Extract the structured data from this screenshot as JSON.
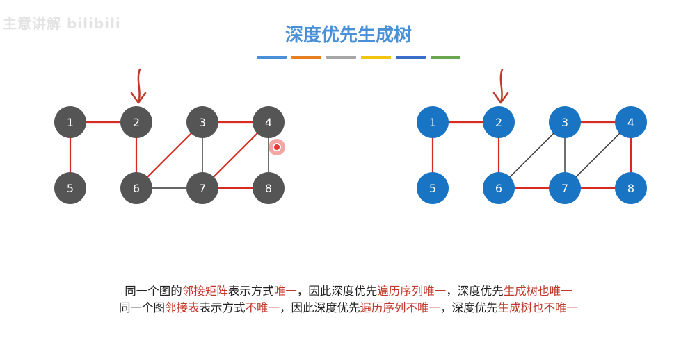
{
  "watermark": "主意讲解 bilibili",
  "title": "深度优先生成树",
  "color_bar": [
    "#4a90d9",
    "#e67e22",
    "#a6a6a6",
    "#f1c40f",
    "#3a6dc9",
    "#6aa84f"
  ],
  "colors": {
    "edge_tree": "#d62b22",
    "edge_other": "#333333",
    "node_gray": "#555555",
    "node_blue": "#1a74c4",
    "arrow": "#c0392b",
    "text_highlight": "#c0392b"
  },
  "left_graph": {
    "nodes": [
      {
        "id": "1",
        "label": "1"
      },
      {
        "id": "2",
        "label": "2"
      },
      {
        "id": "3",
        "label": "3"
      },
      {
        "id": "4",
        "label": "4"
      },
      {
        "id": "5",
        "label": "5"
      },
      {
        "id": "6",
        "label": "6"
      },
      {
        "id": "7",
        "label": "7"
      },
      {
        "id": "8",
        "label": "8"
      }
    ],
    "edges": [
      {
        "from": "1",
        "to": "2",
        "tree": true
      },
      {
        "from": "1",
        "to": "5",
        "tree": true
      },
      {
        "from": "2",
        "to": "6",
        "tree": true
      },
      {
        "from": "6",
        "to": "3",
        "tree": true
      },
      {
        "from": "3",
        "to": "4",
        "tree": true
      },
      {
        "from": "4",
        "to": "7",
        "tree": true
      },
      {
        "from": "7",
        "to": "8",
        "tree": true
      },
      {
        "from": "3",
        "to": "7",
        "tree": false
      },
      {
        "from": "6",
        "to": "7",
        "tree": false
      },
      {
        "from": "4",
        "to": "8",
        "tree": false
      }
    ],
    "start_node": "2"
  },
  "right_graph": {
    "nodes": [
      {
        "id": "1",
        "label": "1"
      },
      {
        "id": "2",
        "label": "2"
      },
      {
        "id": "3",
        "label": "3"
      },
      {
        "id": "4",
        "label": "4"
      },
      {
        "id": "5",
        "label": "5"
      },
      {
        "id": "6",
        "label": "6"
      },
      {
        "id": "7",
        "label": "7"
      },
      {
        "id": "8",
        "label": "8"
      }
    ],
    "edges": [
      {
        "from": "1",
        "to": "2",
        "tree": true
      },
      {
        "from": "1",
        "to": "5",
        "tree": true
      },
      {
        "from": "2",
        "to": "6",
        "tree": true
      },
      {
        "from": "6",
        "to": "7",
        "tree": true
      },
      {
        "from": "7",
        "to": "8",
        "tree": true
      },
      {
        "from": "8",
        "to": "4",
        "tree": true
      },
      {
        "from": "4",
        "to": "3",
        "tree": true
      },
      {
        "from": "6",
        "to": "3",
        "tree": false
      },
      {
        "from": "3",
        "to": "7",
        "tree": false
      },
      {
        "from": "7",
        "to": "4",
        "tree": false
      }
    ],
    "start_node": "2"
  },
  "caption": {
    "line1": [
      {
        "text": "同一个图的",
        "hl": false
      },
      {
        "text": "邻接矩阵",
        "hl": true
      },
      {
        "text": "表示方式",
        "hl": false
      },
      {
        "text": "唯一",
        "hl": true
      },
      {
        "text": "，因此深度优先",
        "hl": false
      },
      {
        "text": "遍历序列唯一",
        "hl": true
      },
      {
        "text": "，深度优先",
        "hl": false
      },
      {
        "text": "生成树也唯一",
        "hl": true
      }
    ],
    "line2": [
      {
        "text": "同一个图",
        "hl": false
      },
      {
        "text": "邻接表",
        "hl": true
      },
      {
        "text": "表示方式",
        "hl": false
      },
      {
        "text": "不唯一",
        "hl": true
      },
      {
        "text": "，因此深度优先",
        "hl": false
      },
      {
        "text": "遍历序列不唯一",
        "hl": true
      },
      {
        "text": "，深度优先",
        "hl": false
      },
      {
        "text": "生成树也不唯一",
        "hl": true
      }
    ]
  }
}
